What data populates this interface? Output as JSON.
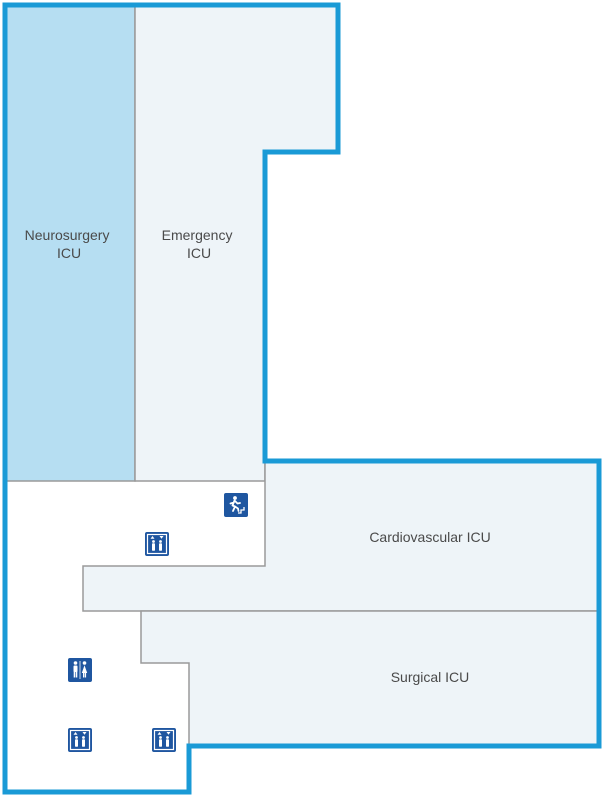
{
  "colors": {
    "outline": "#1a9ad6",
    "wall": "#9a9a9a",
    "room_light": "#eef4f8",
    "room_highlight": "#b6def2",
    "corridor": "#ffffff",
    "icon_bg": "#1f56a0",
    "icon_fg": "#ffffff"
  },
  "rooms": {
    "neurosurgery": {
      "line1": "Neurosurgery",
      "line2": "ICU",
      "highlighted": true
    },
    "emergency": {
      "line1": "Emergency",
      "line2": "ICU",
      "highlighted": false
    },
    "cardiovascular": {
      "label": "Cardiovascular ICU",
      "highlighted": false
    },
    "surgical": {
      "label": "Surgical ICU",
      "highlighted": false
    }
  },
  "icons": {
    "exit": "emergency-exit-icon",
    "elevator": "elevator-icon",
    "restroom": "restroom-icon"
  }
}
